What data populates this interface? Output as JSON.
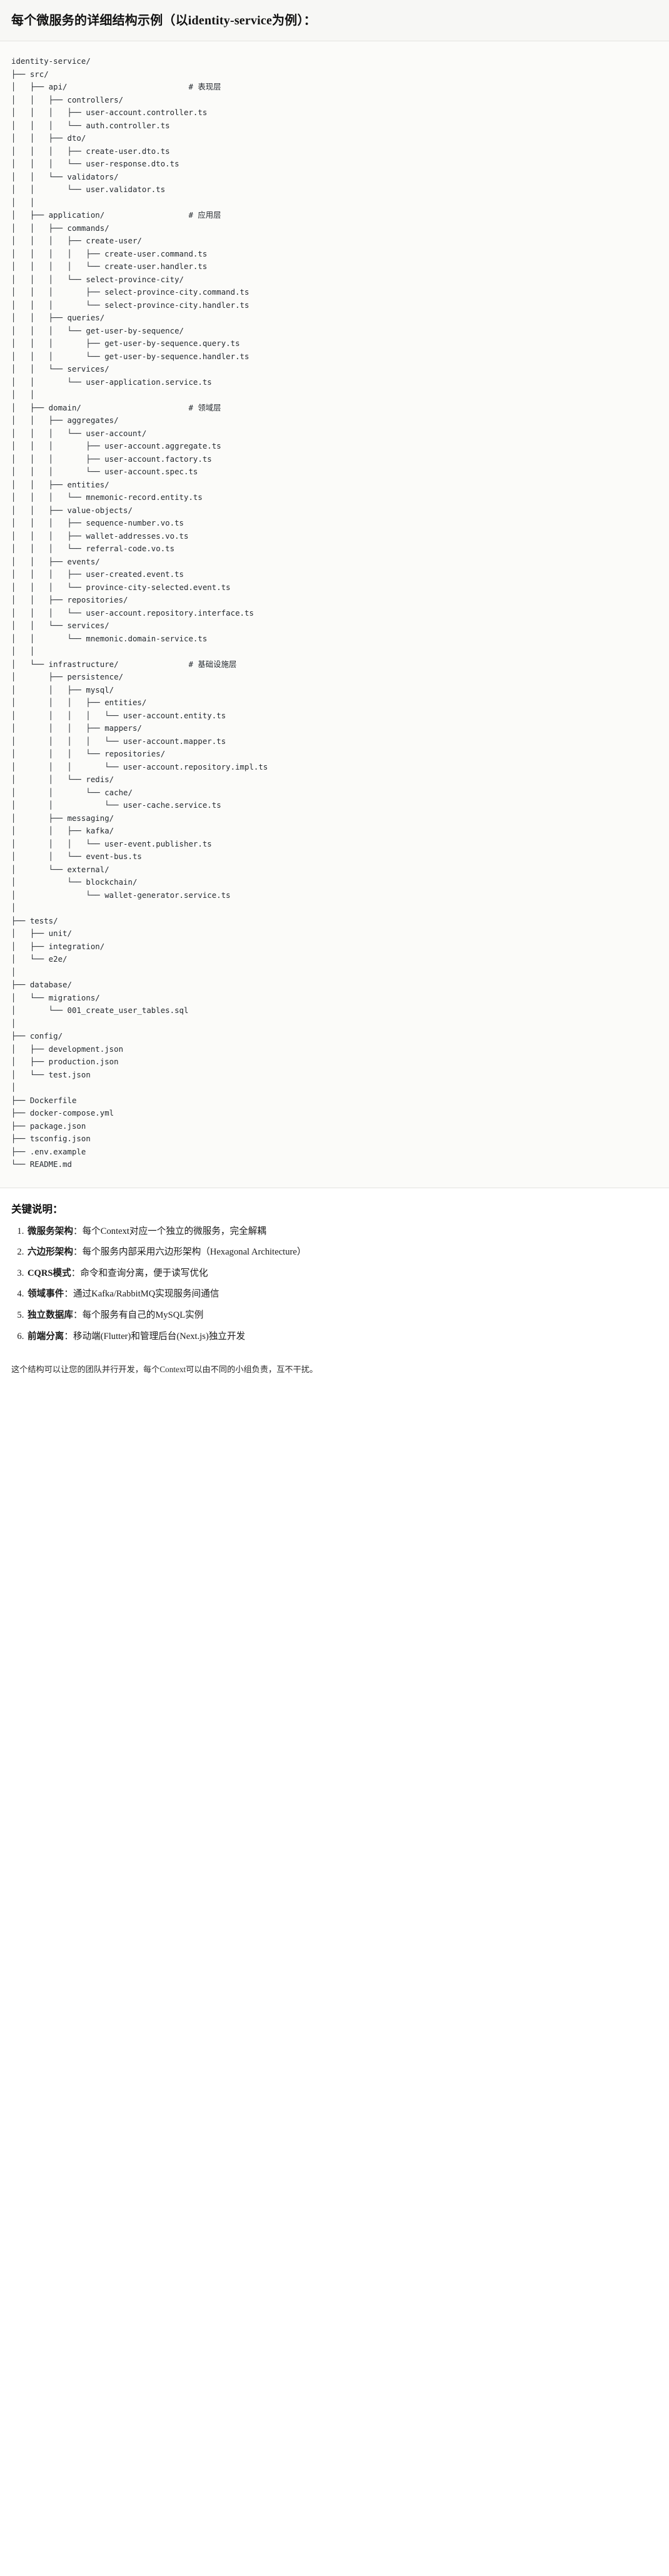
{
  "header": {
    "title": "每个微服务的详细结构示例（以identity-service为例）："
  },
  "tree": {
    "root": "identity-service/",
    "comments": {
      "api": "# 表现层",
      "application": "# 应用层",
      "domain": "# 领域层",
      "infrastructure": "# 基础设施层"
    },
    "text": "identity-service/\n├── src/\n│   ├── api/                          # 表现层\n│   │   ├── controllers/\n│   │   │   ├── user-account.controller.ts\n│   │   │   └── auth.controller.ts\n│   │   ├── dto/\n│   │   │   ├── create-user.dto.ts\n│   │   │   └── user-response.dto.ts\n│   │   └── validators/\n│   │       └── user.validator.ts\n│   │\n│   ├── application/                  # 应用层\n│   │   ├── commands/\n│   │   │   ├── create-user/\n│   │   │   │   ├── create-user.command.ts\n│   │   │   │   └── create-user.handler.ts\n│   │   │   └── select-province-city/\n│   │   │       ├── select-province-city.command.ts\n│   │   │       └── select-province-city.handler.ts\n│   │   ├── queries/\n│   │   │   └── get-user-by-sequence/\n│   │   │       ├── get-user-by-sequence.query.ts\n│   │   │       └── get-user-by-sequence.handler.ts\n│   │   └── services/\n│   │       └── user-application.service.ts\n│   │\n│   ├── domain/                       # 领域层\n│   │   ├── aggregates/\n│   │   │   └── user-account/\n│   │   │       ├── user-account.aggregate.ts\n│   │   │       ├── user-account.factory.ts\n│   │   │       └── user-account.spec.ts\n│   │   ├── entities/\n│   │   │   └── mnemonic-record.entity.ts\n│   │   ├── value-objects/\n│   │   │   ├── sequence-number.vo.ts\n│   │   │   ├── wallet-addresses.vo.ts\n│   │   │   └── referral-code.vo.ts\n│   │   ├── events/\n│   │   │   ├── user-created.event.ts\n│   │   │   └── province-city-selected.event.ts\n│   │   ├── repositories/\n│   │   │   └── user-account.repository.interface.ts\n│   │   └── services/\n│   │       └── mnemonic.domain-service.ts\n│   │\n│   └── infrastructure/               # 基础设施层\n│       ├── persistence/\n│       │   ├── mysql/\n│       │   │   ├── entities/\n│       │   │   │   └── user-account.entity.ts\n│       │   │   ├── mappers/\n│       │   │   │   └── user-account.mapper.ts\n│       │   │   └── repositories/\n│       │   │       └── user-account.repository.impl.ts\n│       │   └── redis/\n│       │       └── cache/\n│       │           └── user-cache.service.ts\n│       ├── messaging/\n│       │   ├── kafka/\n│       │   │   └── user-event.publisher.ts\n│       │   └── event-bus.ts\n│       └── external/\n│           └── blockchain/\n│               └── wallet-generator.service.ts\n│\n├── tests/\n│   ├── unit/\n│   ├── integration/\n│   └── e2e/\n│\n├── database/\n│   └── migrations/\n│       └── 001_create_user_tables.sql\n│\n├── config/\n│   ├── development.json\n│   ├── production.json\n│   └── test.json\n│\n├── Dockerfile\n├── docker-compose.yml\n├── package.json\n├── tsconfig.json\n├── .env.example\n└── README.md"
  },
  "notes": {
    "heading": "关键说明：",
    "items": [
      {
        "term": "微服务架构",
        "desc": "：每个Context对应一个独立的微服务，完全解耦"
      },
      {
        "term": "六边形架构",
        "desc": "：每个服务内部采用六边形架构（Hexagonal Architecture）"
      },
      {
        "term": "CQRS模式",
        "desc": "：命令和查询分离，便于读写优化"
      },
      {
        "term": "领域事件",
        "desc": "：通过Kafka/RabbitMQ实现服务间通信"
      },
      {
        "term": "独立数据库",
        "desc": "：每个服务有自己的MySQL实例"
      },
      {
        "term": "前端分离",
        "desc": "：移动端(Flutter)和管理后台(Next.js)独立开发"
      }
    ]
  },
  "closing": {
    "text": "这个结构可以让您的团队并行开发，每个Context可以由不同的小组负责，互不干扰。"
  }
}
